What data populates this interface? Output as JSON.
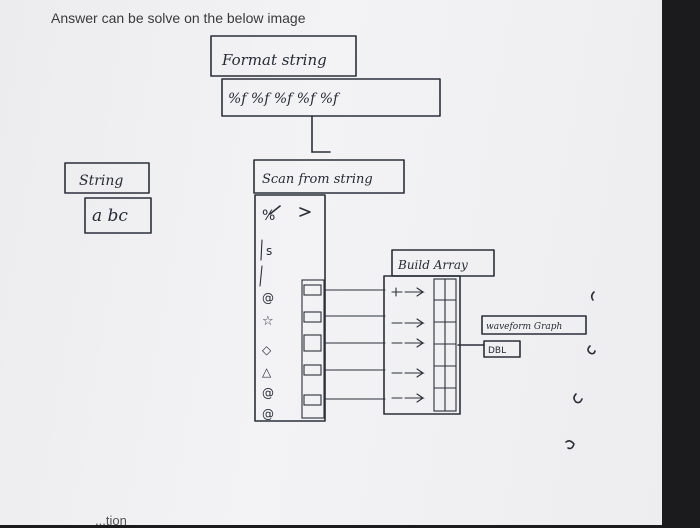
{
  "caption": "Answer can be solve on the below image",
  "bottom_partial_text": "...tion",
  "format_box": {
    "label": "Format string",
    "value": "%f %f %f %f %f"
  },
  "string_box": {
    "label": "String",
    "value": "a bc"
  },
  "scan_box": {
    "label": "Scan from string",
    "input_marks": "%",
    "outputs": [
      "s",
      "@",
      "☆",
      "◇",
      "△",
      "@",
      "@"
    ]
  },
  "build_box": {
    "label": "Build Array"
  },
  "graph_box": {
    "label": "waveform Graph",
    "tag": "DBL"
  }
}
